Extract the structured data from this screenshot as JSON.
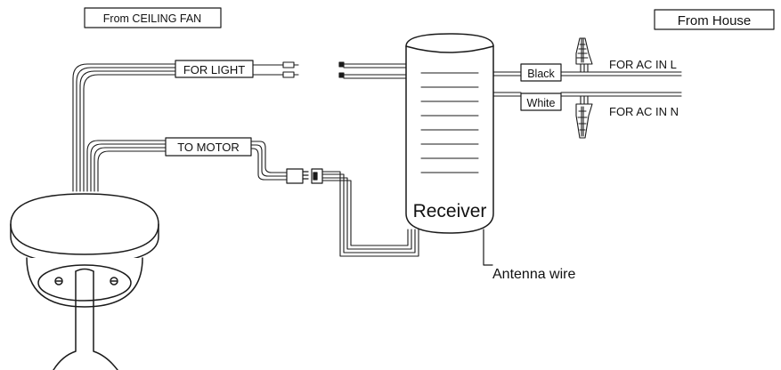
{
  "labels": {
    "from_ceiling_fan": "From CEILING FAN",
    "from_house": "From House",
    "for_light": "FOR LIGHT",
    "to_motor": "TO MOTOR",
    "receiver": "Receiver",
    "black": "Black",
    "white": "White",
    "for_ac_in_l": "FOR AC IN L",
    "for_ac_in_n": "FOR AC IN N",
    "antenna_wire": "Antenna wire"
  },
  "colors": {
    "line": "#1a1a1a",
    "background": "#ffffff"
  }
}
